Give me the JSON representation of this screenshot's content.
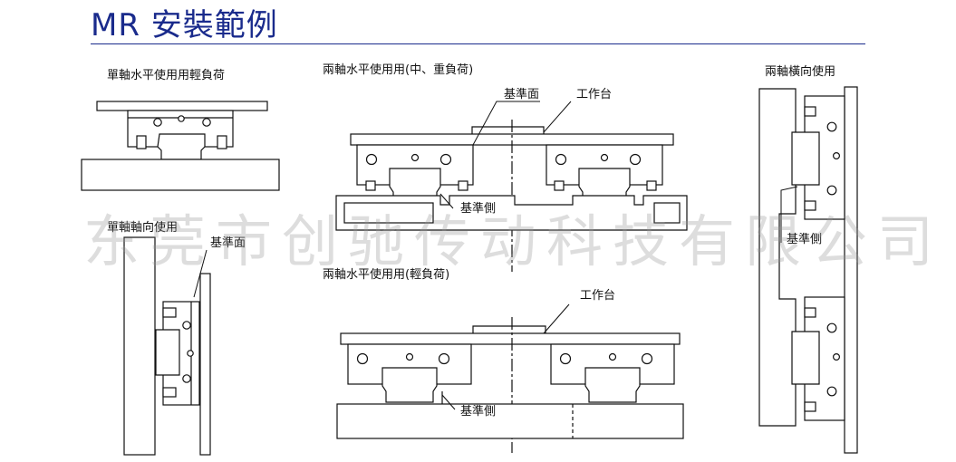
{
  "title": "MR 安裝範例",
  "captions": {
    "single_horizontal": "單軸水平使用用輕負荷",
    "double_horizontal_heavy": "兩軸水平使用用(中、重負荷)",
    "single_vertical": "單軸軸向使用",
    "double_horizontal_light": "兩軸水平使用用(輕負荷)",
    "double_lateral": "兩軸橫向使用"
  },
  "labels": {
    "reference_face": "基準面",
    "worktable": "工作台",
    "reference_side": "基準側"
  },
  "watermark": "东莞市创驰传动科技有限公司",
  "colors": {
    "title": "#1a2b8c",
    "line": "#111111",
    "fill": "#ffffff"
  }
}
